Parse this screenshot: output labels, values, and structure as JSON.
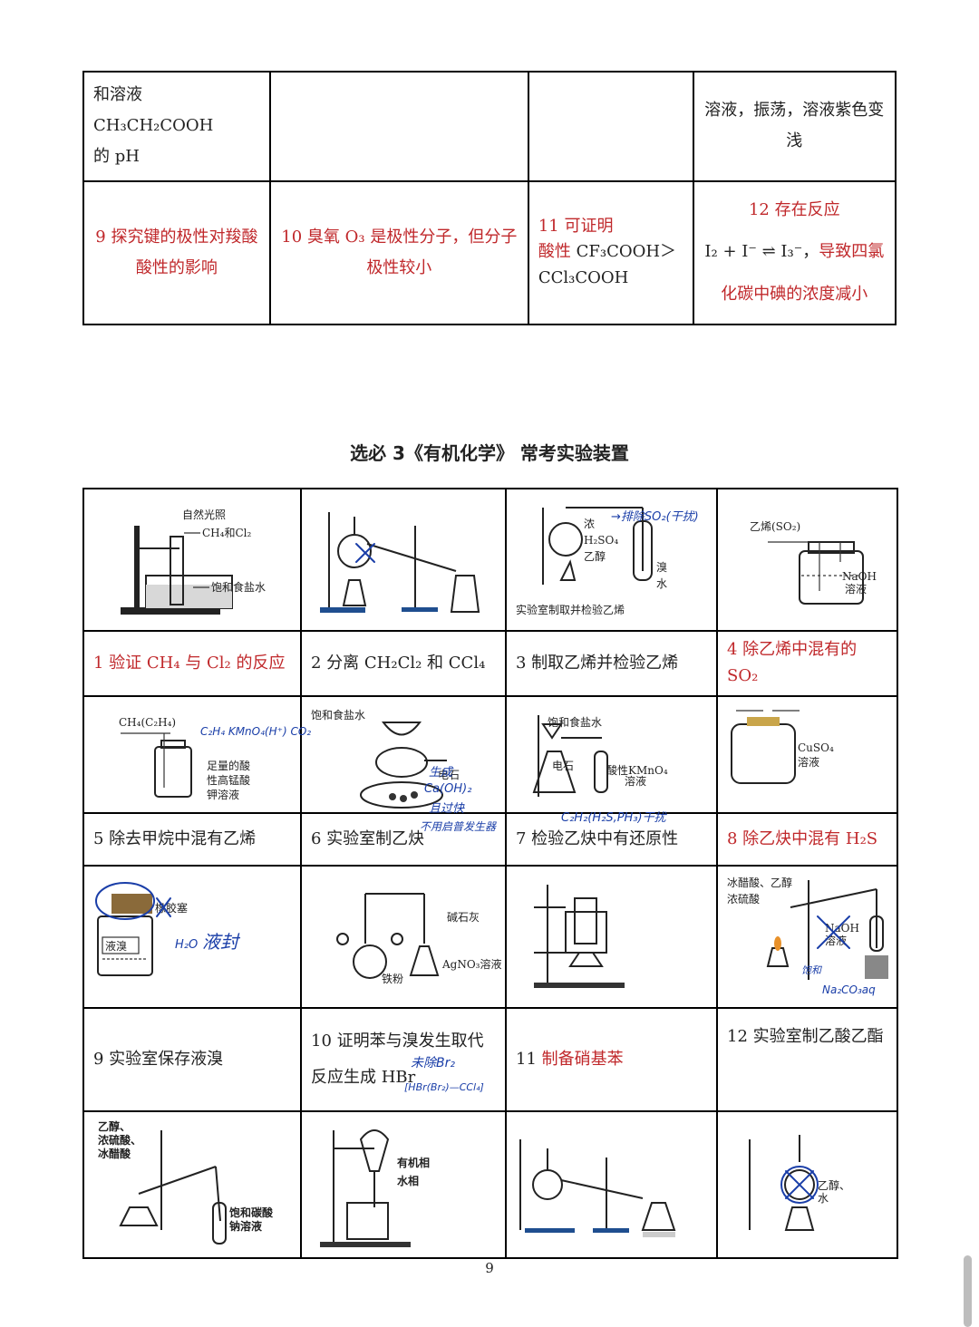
{
  "top_table": {
    "row1": {
      "c1_line1": "和溶液 CH₃CH₂COOH",
      "c1_line2": "的 pH",
      "c4_line1": "溶液，振荡，溶液紫色变",
      "c4_line2": "浅"
    },
    "row2": {
      "c1": "9 探究键的极性对羧酸酸性的影响",
      "c2": "10 臭氧 O₃ 是极性分子，但分子极性较小",
      "c3_line1": "11 可证明",
      "c3_line2": "酸性 CF₃COOH＞",
      "c3_line3": "CCl₃COOH",
      "c4_line1": "12 存在反应",
      "c4_line2a": "I₂ + I⁻ ⇌  I₃⁻，",
      "c4_line2b": "导致四氯",
      "c4_line3": "化碳中碘的浓度减小"
    }
  },
  "section_title": "选必 3《有机化学》 常考实验装置",
  "captions": {
    "c1": "1 验证 CH₄ 与 Cl₂ 的反应",
    "c2": "2 分离 CH₂Cl₂ 和 CCl₄",
    "c3": "3 制取乙烯并检验乙烯",
    "c4_line1": "4 除乙烯中混有的",
    "c4_line2": "SO₂",
    "c5": "5 除去甲烷中混有乙烯",
    "c6": "6 实验室制乙炔",
    "c7": "7 检验乙炔中有还原性",
    "c8": "8 除乙炔中混有 H₂S",
    "c9": "9 实验室保存液溴",
    "c10_line1": "10 证明苯与溴发生取代",
    "c10_line2": "反应生成 HBr",
    "c11_num": "11",
    "c11_text": "制备硝基苯",
    "c12": "12 实验室制乙酸乙酯"
  },
  "figure_labels": {
    "f1_light": "自然光照",
    "f1_gas": "CH₄和Cl₂",
    "f1_brine": "饱和食盐水",
    "f3_acid1": "浓",
    "f3_acid2": "H₂SO₄",
    "f3_acid3": "乙醇",
    "f3_br1": "溴",
    "f3_br2": "水",
    "f3_title": "实验室制取并检验乙烯",
    "f4_gas": "乙烯(SO₂)",
    "f4_naoh1": "NaOH",
    "f4_naoh2": "溶液",
    "f5_gas": "CH₄(C₂H₄)",
    "f5_sol1": "足量的酸",
    "f5_sol2": "性高锰酸",
    "f5_sol3": "钾溶液",
    "f6_brine": "饱和食盐水",
    "f6_stone": "电石",
    "f7_brine": "饱和食盐水",
    "f7_stone": "电石",
    "f7_kmno1": "酸性KMnO₄",
    "f7_kmno2": "溶液",
    "f8_cuso1": "CuSO₄",
    "f8_cuso2": "溶液",
    "f9_stopper": "橡胶塞",
    "f9_liquid": "液溴",
    "f10_lime": "碱石灰",
    "f10_fe": "铁粉",
    "f10_agno3": "AgNO₃溶液",
    "f12_reag1": "冰醋酸、乙醇",
    "f12_reag2": "浓硫酸",
    "f12_naoh1": "NaOH",
    "f12_naoh2": "溶液",
    "f13_r1": "乙醇、",
    "f13_r2": "浓硫酸、",
    "f13_r3": "冰醋酸",
    "f13_s1": "饱和碳酸",
    "f13_s2": "钠溶液",
    "f14_org": "有机相",
    "f14_aq": "水相",
    "f16_r1": "乙醇、",
    "f16_r2": "水"
  },
  "handwriting": {
    "h3": "→排除SO₂(干扰)",
    "h5": "C₂H₄ KMnO₄(H⁺) CO₂",
    "h6_1": "生成",
    "h6_2": "Ca(OH)₂",
    "h6_3": "且过快",
    "h6_4": "不用启普发生器",
    "h7": "C₂H₂(H₂S,PH₃)干扰",
    "h9_1": "H₂O",
    "h9_2": "液封",
    "h10_1": "未除Br₂",
    "h10_2": "[HBr(Br₂)—CCl₄]",
    "h12_1": "饱和",
    "h12_2": "Na₂CO₃aq"
  },
  "page_number": "9",
  "colors": {
    "red_text": "#c0282b",
    "handwriting_blue": "#1a3ea8"
  }
}
